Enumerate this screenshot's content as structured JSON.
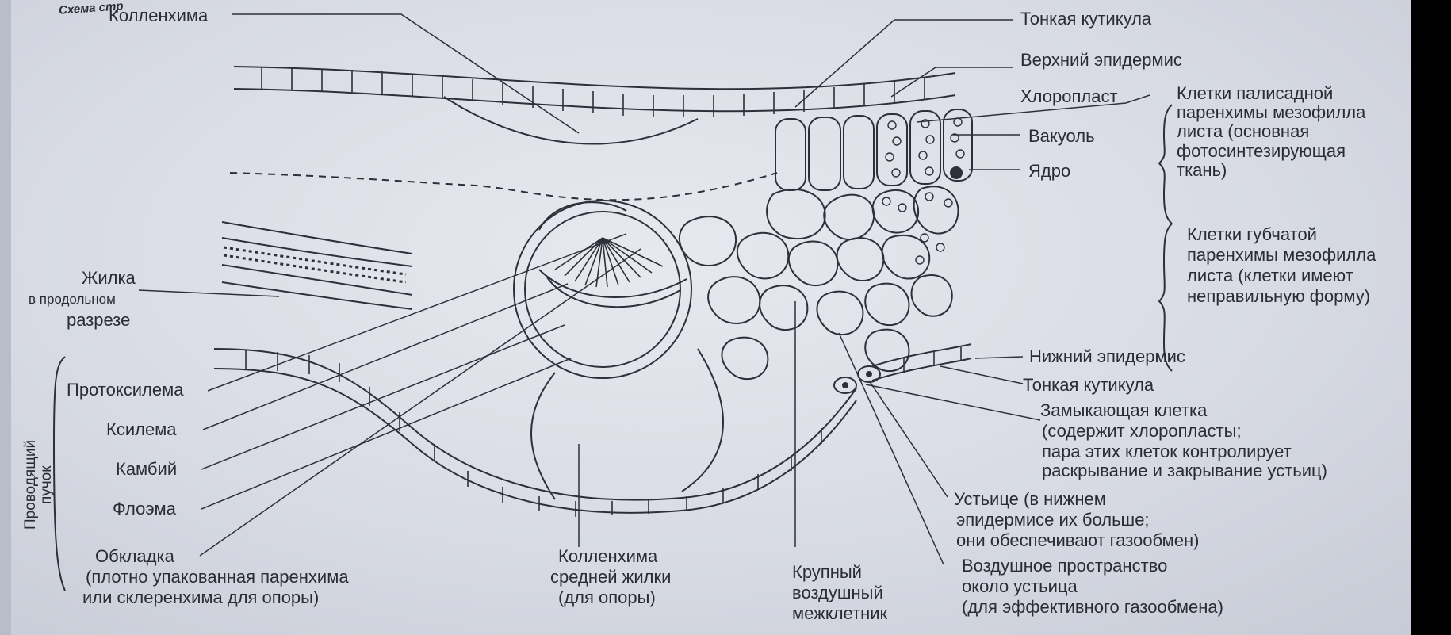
{
  "header_fragment": "Схема стр",
  "labels": {
    "kollenkhima": "Колленхима",
    "tonkaya_kutikula_top": "Тонкая кутикула",
    "verkhniy_epidermis": "Верхний эпидермис",
    "khloroplast": "Хлоропласт",
    "vakuol": "Вакуоль",
    "yadro": "Ядро",
    "palisade_group": [
      "Клетки палисадной",
      "паренхимы мезофилла",
      "листа (основная",
      "фотосинтезирующая",
      "ткань)"
    ],
    "spongy_group": [
      "Клетки губчатой",
      "паренхимы мезофилла",
      "листа (клетки имеют",
      "неправильную форму)"
    ],
    "zhilka": [
      "Жилка",
      "в продольном",
      "разрезе"
    ],
    "protoksilema": "Протоксилема",
    "ksilema": "Ксилема",
    "kambiy": "Камбий",
    "floema": "Флоэма",
    "obkladka": [
      "Обкладка",
      "(плотно упакованная паренхима",
      "или склеренхима для опоры)"
    ],
    "kollenkhima_sredney": [
      "Колленхима",
      "средней жилки",
      "(для опоры)"
    ],
    "krupny": [
      "Крупный",
      "воздушный",
      "межклетник"
    ],
    "nizhniy_epidermis": "Нижний эпидермис",
    "tonkaya_kutikula_bottom": "Тонкая кутикула",
    "zamykayushchaya": [
      "Замыкающая клетка",
      "(содержит хлоропласты;",
      "пара этих клеток контролирует",
      "раскрывание и закрывание устьиц)"
    ],
    "ustitse": [
      "Устьице (в нижнем",
      "эпидермисе их больше;",
      "они обеспечивают газообмен)"
    ],
    "vozdushnoe": [
      "Воздушное пространство",
      "около устьица",
      "(для эффективного газообмена)"
    ],
    "provodyashchiy_puchok": [
      "Проводящий",
      "пучок"
    ]
  },
  "colors": {
    "ink": "#2b2b33",
    "paper": "#dfe2ea"
  }
}
